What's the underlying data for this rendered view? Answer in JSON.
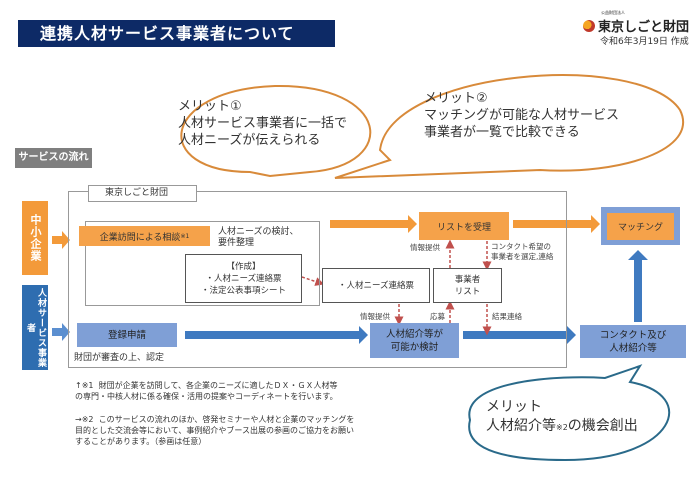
{
  "header": {
    "title": "連携人材サービス事業者について",
    "logo_org_small": "公益財団法人",
    "logo_org": "東京しごと財団",
    "date": "令和6年3月19日 作成"
  },
  "merits": [
    {
      "title": "メリット①",
      "lines": [
        "人材サービス事業者に一括で",
        "人材ニーズが伝えられる"
      ]
    },
    {
      "title": "メリット②",
      "lines": [
        "マッチングが可能な人材サービス",
        "事業者が一覧で比較できる"
      ]
    },
    {
      "title": "メリット",
      "line_pre": "人材紹介等",
      "line_note": "※2",
      "line_post": "の機会創出"
    }
  ],
  "colors": {
    "navy": "#0d2a66",
    "orange": "#f5a24a",
    "blue": "#2e6db0",
    "light_blue": "#7f9fd6",
    "teal": "#2a6a8a"
  },
  "flow": {
    "section_label": "サービスの流れ",
    "foundation_label": "東京しごと財団",
    "actors": {
      "sme": "中小企業",
      "agency": "人材サービス事業者"
    },
    "consult": "企業訪問による相談",
    "consult_note": "※1",
    "needs_review": [
      "人材ニーズの検討、",
      "要件整理"
    ],
    "create": {
      "title": "【作成】",
      "items": [
        "・人材ニーズ連絡票",
        "・法定公表事項シート"
      ]
    },
    "needs_form": "・人材ニーズ連絡票",
    "agency_list": [
      "事業者",
      "リスト"
    ],
    "receive_list": "リストを受理",
    "matching": "マッチング",
    "register": "登録申請",
    "approval": "財団が審査の上、認定",
    "consider": [
      "人材紹介等が",
      "可能か検討"
    ],
    "contact": [
      "コンタクト及び",
      "人材紹介等"
    ],
    "labels": {
      "info1": "情報提供",
      "contact_wish": [
        "コンタクト希望の",
        "事業者を選定,連絡"
      ],
      "info2": "情報提供",
      "apply": "応募",
      "result": "結果連絡"
    }
  },
  "notes": [
    {
      "mark": "↑※1",
      "lines": [
        "財団が企業を訪問して、各企業のニーズに適したＤＸ・ＧＸ人材等",
        "の専門・中核人材に係る確保・活用の提案やコーディネートを行います。"
      ]
    },
    {
      "mark": "→※2",
      "lines": [
        "このサービスの流れのほか、啓発セミナーや人材と企業のマッチングを",
        "目的とした交流会等において、事例紹介やブース出展の参画のご協力をお願い",
        "することがあります。（参画は任意）"
      ]
    }
  ]
}
